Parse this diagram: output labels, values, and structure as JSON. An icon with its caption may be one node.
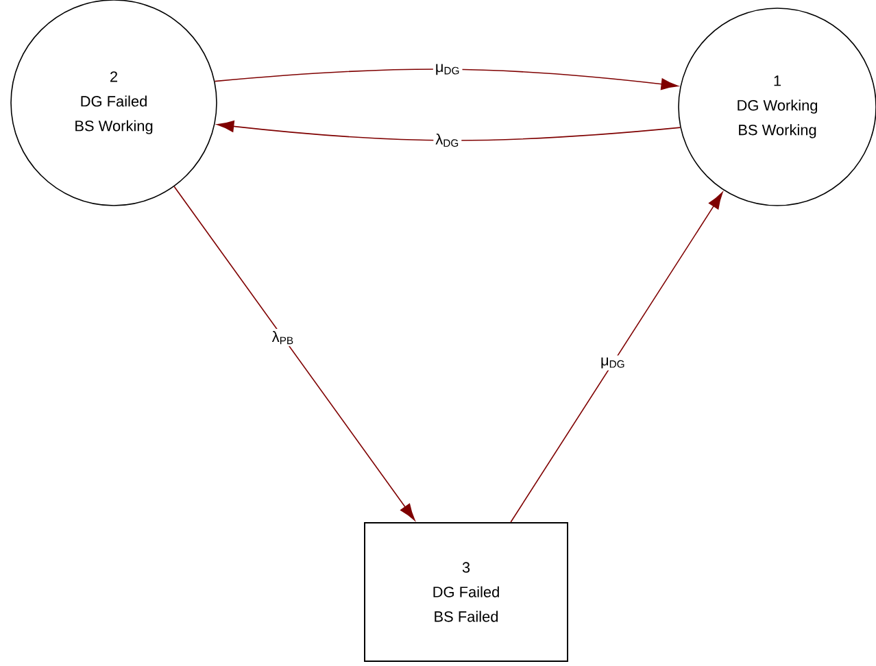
{
  "diagram": {
    "nodes": [
      {
        "text": [
          "2",
          "DG Failed",
          "BS Working"
        ]
      },
      {
        "text": [
          "1",
          "DG Working",
          "BS Working"
        ]
      },
      {
        "text": [
          "3",
          "DG Failed",
          "BS Failed"
        ]
      }
    ],
    "edges": [
      {
        "from": 0,
        "to": 1,
        "arrow": "to",
        "label": "μ$_{DG}$"
      },
      {
        "from": 1,
        "to": 0,
        "arrow": "to",
        "label": "λ$_{DG}$"
      },
      {
        "from": 0,
        "to": 2,
        "arrow": "to",
        "label": "λ$_{PB}$"
      },
      {
        "from": 2,
        "to": 1,
        "arrow": "to",
        "label": "μ$_{DG}$"
      }
    ]
  }
}
